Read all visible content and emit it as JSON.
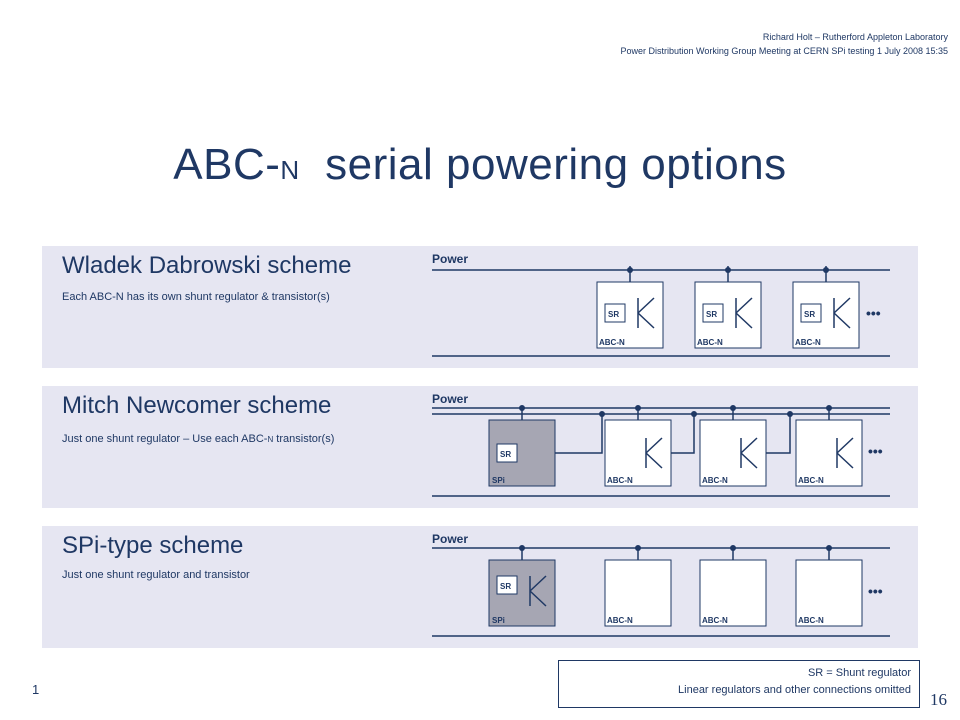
{
  "header": {
    "line1": "Richard Holt – Rutherford Appleton Laboratory",
    "line2": "Power Distribution Working Group Meeting at CERN  SPi testing  1 July 2008  15:35"
  },
  "title": {
    "main": "ABC-",
    "small": "N",
    "rest": "  serial powering options"
  },
  "panels": [
    {
      "title": "Wladek Dabrowski scheme",
      "desc": "Each ABC-N has its own shunt regulator & transistor(s)"
    },
    {
      "title": "Mitch Newcomer scheme",
      "desc_a": "Just one shunt regulator – Use each ABC-",
      "desc_sc": "N",
      "desc_b": " transistor(s)"
    },
    {
      "title": "SPi-type scheme",
      "desc": "Just one shunt regulator and transistor"
    }
  ],
  "diagram": {
    "power": "Power",
    "sr": "SR",
    "abcn": "ABC-N",
    "spi": "SPi",
    "dots": "•••",
    "colors": {
      "line": "#1f3864",
      "box_fill": "#ffffff",
      "spi_fill": "#a6a6b3",
      "panel": "#e6e6f2"
    }
  },
  "legend": {
    "line1": "SR = Shunt regulator",
    "line2": "Linear regulators and other connections omitted"
  },
  "page_left": "1",
  "page_right": "16"
}
